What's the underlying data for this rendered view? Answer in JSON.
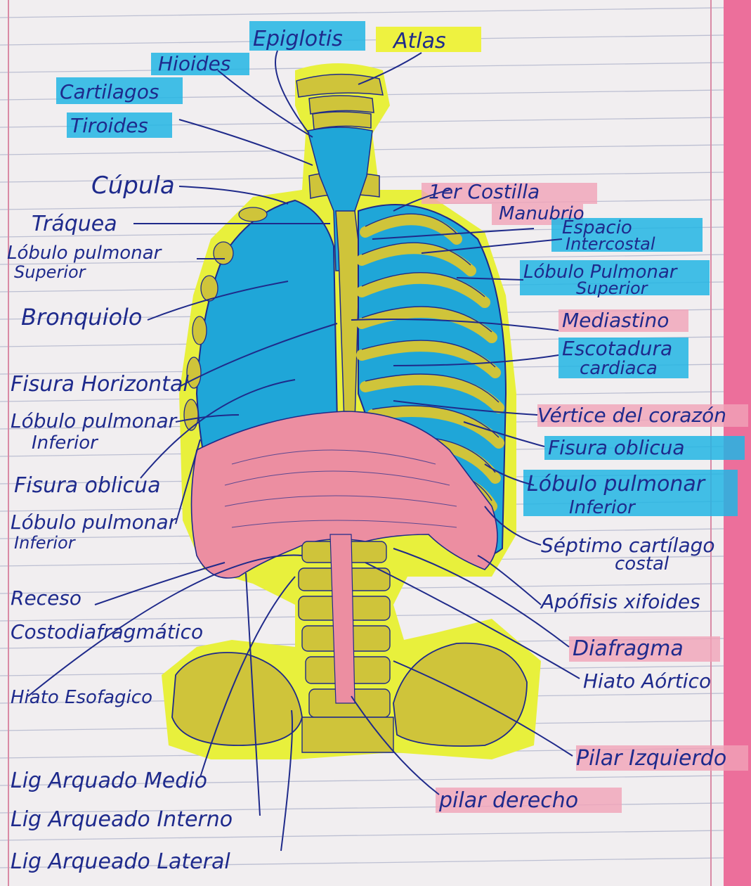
{
  "diagram": {
    "colors": {
      "paper": "#f1eef0",
      "rule_line": "#bcbfd2",
      "margin_line": "#d98aa5",
      "pink_edge": "#ec6f9b",
      "ink": "#1e2a8c",
      "yellow_highlight": "#e8f03c",
      "bone_yellow": "#cfc43a",
      "lung_blue": "#1fa6d8",
      "diaphragm_pink": "#ec8ea1",
      "label_cyan": "#22b5e4",
      "label_pink": "#f1a2b8",
      "label_yellow": "#eef240"
    },
    "labels": {
      "epiglotis": "Epiglotis",
      "atlas": "Atlas",
      "hioides": "Hioides",
      "cartilagos_1": "Cartilagos",
      "cartilagos_2": "Tiroides",
      "cupula": "Cúpula",
      "traquea": "Tráquea",
      "lobulo_sup_left_1": "Lóbulo pulmonar",
      "lobulo_sup_left_2": "Superior",
      "bronquiolo": "Bronquiolo",
      "fisura_horizontal": "Fisura Horizontal",
      "lobulo_inf_left_1": "Lóbulo pulmonar",
      "lobulo_inf_left_2": "Inferior",
      "fisura_oblicua_left": "Fisura oblicua",
      "lobulo_inf_left2_1": "Lóbulo pulmonar",
      "lobulo_inf_left2_2": "Inferior",
      "receso_1": "Receso",
      "receso_2": "Costodiafragmático",
      "hiato_esofagico": "Hiato Esofagico",
      "lig_medio": "Lig Arquado Medio",
      "lig_interno": "Lig Arqueado Interno",
      "lig_lateral": "Lig Arqueado Lateral",
      "costilla": "1er Costilla",
      "manubrio": "Manubrio",
      "espacio_1": "Espacio",
      "espacio_2": "Intercostal",
      "lobulo_sup_right_1": "Lóbulo Pulmonar",
      "lobulo_sup_right_2": "Superior",
      "mediastino": "Mediastino",
      "escotadura_1": "Escotadura",
      "escotadura_2": "cardiaca",
      "vertice": "Vértice del corazón",
      "fisura_oblicua_right": "Fisura oblicua",
      "lobulo_inf_right_1": "Lóbulo pulmonar",
      "lobulo_inf_right_2": "Inferior",
      "septimo_1": "Séptimo cartílago",
      "septimo_2": "costal",
      "apofisis": "Apófisis xifoides",
      "diafragma": "Diafragma",
      "hiato_aortico": "Hiato Aórtico",
      "pilar_izquierdo": "Pilar Izquierdo",
      "pilar_derecho": "pilar derecho"
    }
  }
}
